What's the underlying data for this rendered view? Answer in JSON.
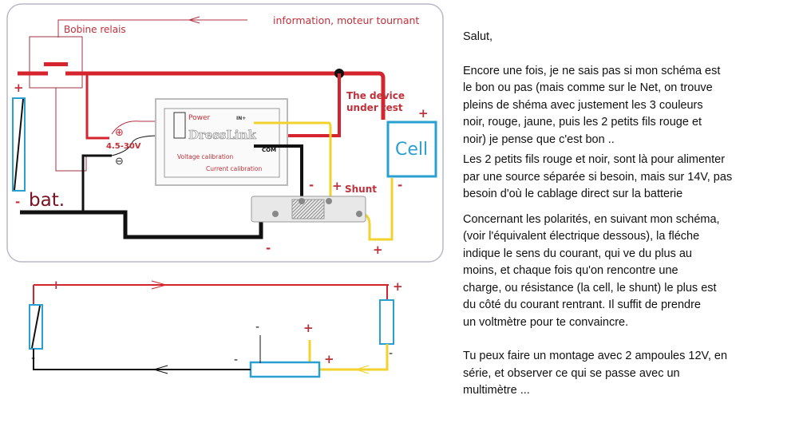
{
  "diagram": {
    "info_label": "information, moteur tournant",
    "relay_label": "Bobine relais",
    "device_label_1": "The device",
    "device_label_2": "under test",
    "cell_label": "Cell",
    "battery_label": "bat.",
    "shunt_label": "Shunt",
    "voltage_range": "4.5-30V",
    "power_label": "Power",
    "in_plus": "IN+",
    "com_label": "COM",
    "voltage_calibration": "Voltage calibration",
    "current_calibration": "Current calibration",
    "watermark": "DressLink",
    "plus": "+",
    "minus": "-"
  },
  "message": {
    "greeting": "Salut,",
    "para1": [
      "Encore une fois, je ne sais pas si mon schéma est",
      "le bon ou pas (mais comme sur le Net, on trouve",
      "pleins de shéma avec justement les 3 couleurs",
      "noir, rouge, jaune, puis les 2 petits fils rouge et",
      "noir) je pense que c'est bon .."
    ],
    "para2": [
      "Les 2 petits fils rouge et noir, sont là pour alimenter",
      "par une source séparée si besoin, mais sur 14V, pas",
      "besoin d'où le cablage direct sur la batterie"
    ],
    "para3": [
      "Concernant les polarités, en suivant mon schéma,",
      "(voir l'équivalent électrique dessous), la fléche",
      "indique le sens du courant, qui ve du plus au",
      "moins, et chaque fois qu'on rencontre une",
      "charge, ou résistance (la cell, le shunt) le plus est",
      "du côté du courant rentrant. Il suffit de prendre",
      "un voltmètre pour te convaincre."
    ],
    "para4": [
      "Tu peux faire un montage avec 2 ampoules 12V, en",
      "série, et observer ce qui se passe avec un",
      "multimètre ..."
    ]
  }
}
